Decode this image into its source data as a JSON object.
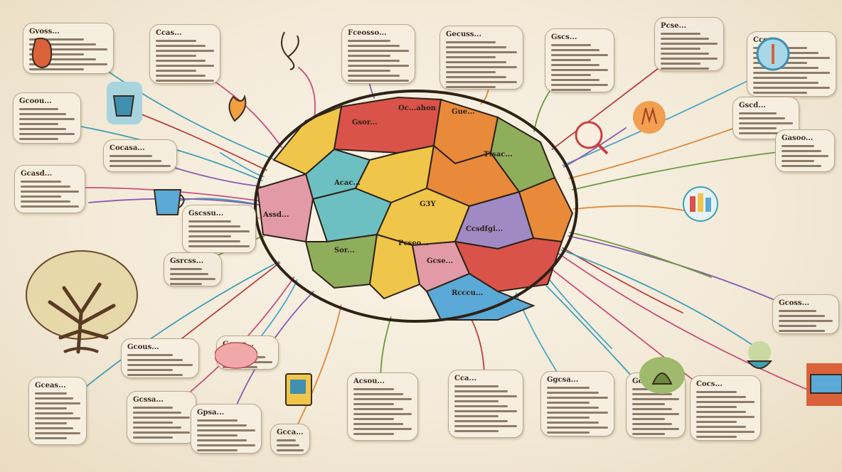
{
  "diagram": {
    "style": "hand-drawn mind map",
    "center": {
      "lobe_labels": [
        "Oc...ahon",
        "Gsor...",
        "Gue...",
        "Ttsac...",
        "Acac...",
        "G3Y",
        "Pcseo...",
        "Ccsdfgi...",
        "Sor...",
        "Gcse...",
        "Rcccu...",
        "Assd..."
      ]
    },
    "notes": [
      {
        "title": "Gvoss...",
        "kind": "note"
      },
      {
        "title": "Ccas...",
        "kind": "note"
      },
      {
        "title": "Fceosso...",
        "kind": "note"
      },
      {
        "title": "Gecuss...",
        "kind": "note"
      },
      {
        "title": "Gscs...",
        "kind": "note"
      },
      {
        "title": "Pcse...",
        "kind": "note"
      },
      {
        "title": "Cccas...",
        "kind": "note"
      },
      {
        "title": "Gcoou...",
        "kind": "note"
      },
      {
        "title": "Gcasd...",
        "kind": "note"
      },
      {
        "title": "Cocasa...",
        "kind": "note"
      },
      {
        "title": "Gscssu...",
        "kind": "note"
      },
      {
        "title": "Gsrcss...",
        "kind": "note"
      },
      {
        "title": "Gcous...",
        "kind": "note"
      },
      {
        "title": "Gcaso...",
        "kind": "note"
      },
      {
        "title": "Gceas...",
        "kind": "note"
      },
      {
        "title": "Gcssa...",
        "kind": "note"
      },
      {
        "title": "Gpsa...",
        "kind": "note"
      },
      {
        "title": "Gcca...",
        "kind": "note"
      },
      {
        "title": "Acsou...",
        "kind": "note"
      },
      {
        "title": "Cca...",
        "kind": "note"
      },
      {
        "title": "Ggcsa...",
        "kind": "note"
      },
      {
        "title": "Gcso...",
        "kind": "note"
      },
      {
        "title": "Cocs...",
        "kind": "note"
      },
      {
        "title": "Gcoss...",
        "kind": "note"
      },
      {
        "title": "Gscd...",
        "kind": "note"
      },
      {
        "title": "Gasoo...",
        "kind": "note"
      }
    ],
    "icon_names": [
      "tree-icon",
      "vase-icon",
      "cup-icon",
      "lamp-icon",
      "scroll-icon",
      "figure-icon",
      "book-icon",
      "bottle-icon",
      "globe-icon",
      "hand-icon",
      "bowl-icon",
      "flask-icon",
      "magnifier-icon",
      "chart-icon",
      "flower-icon"
    ],
    "colors": {
      "background": "#f3ead8",
      "outline": "#2e2116",
      "lobe_red": "#d9534a",
      "lobe_orange": "#e98a3a",
      "lobe_yellow": "#f0c64a",
      "lobe_green": "#8fae5c",
      "lobe_teal": "#6cc0c2",
      "lobe_blue": "#5aa9d6",
      "lobe_purple": "#a08ac4",
      "lobe_pink": "#e39aa7"
    }
  }
}
